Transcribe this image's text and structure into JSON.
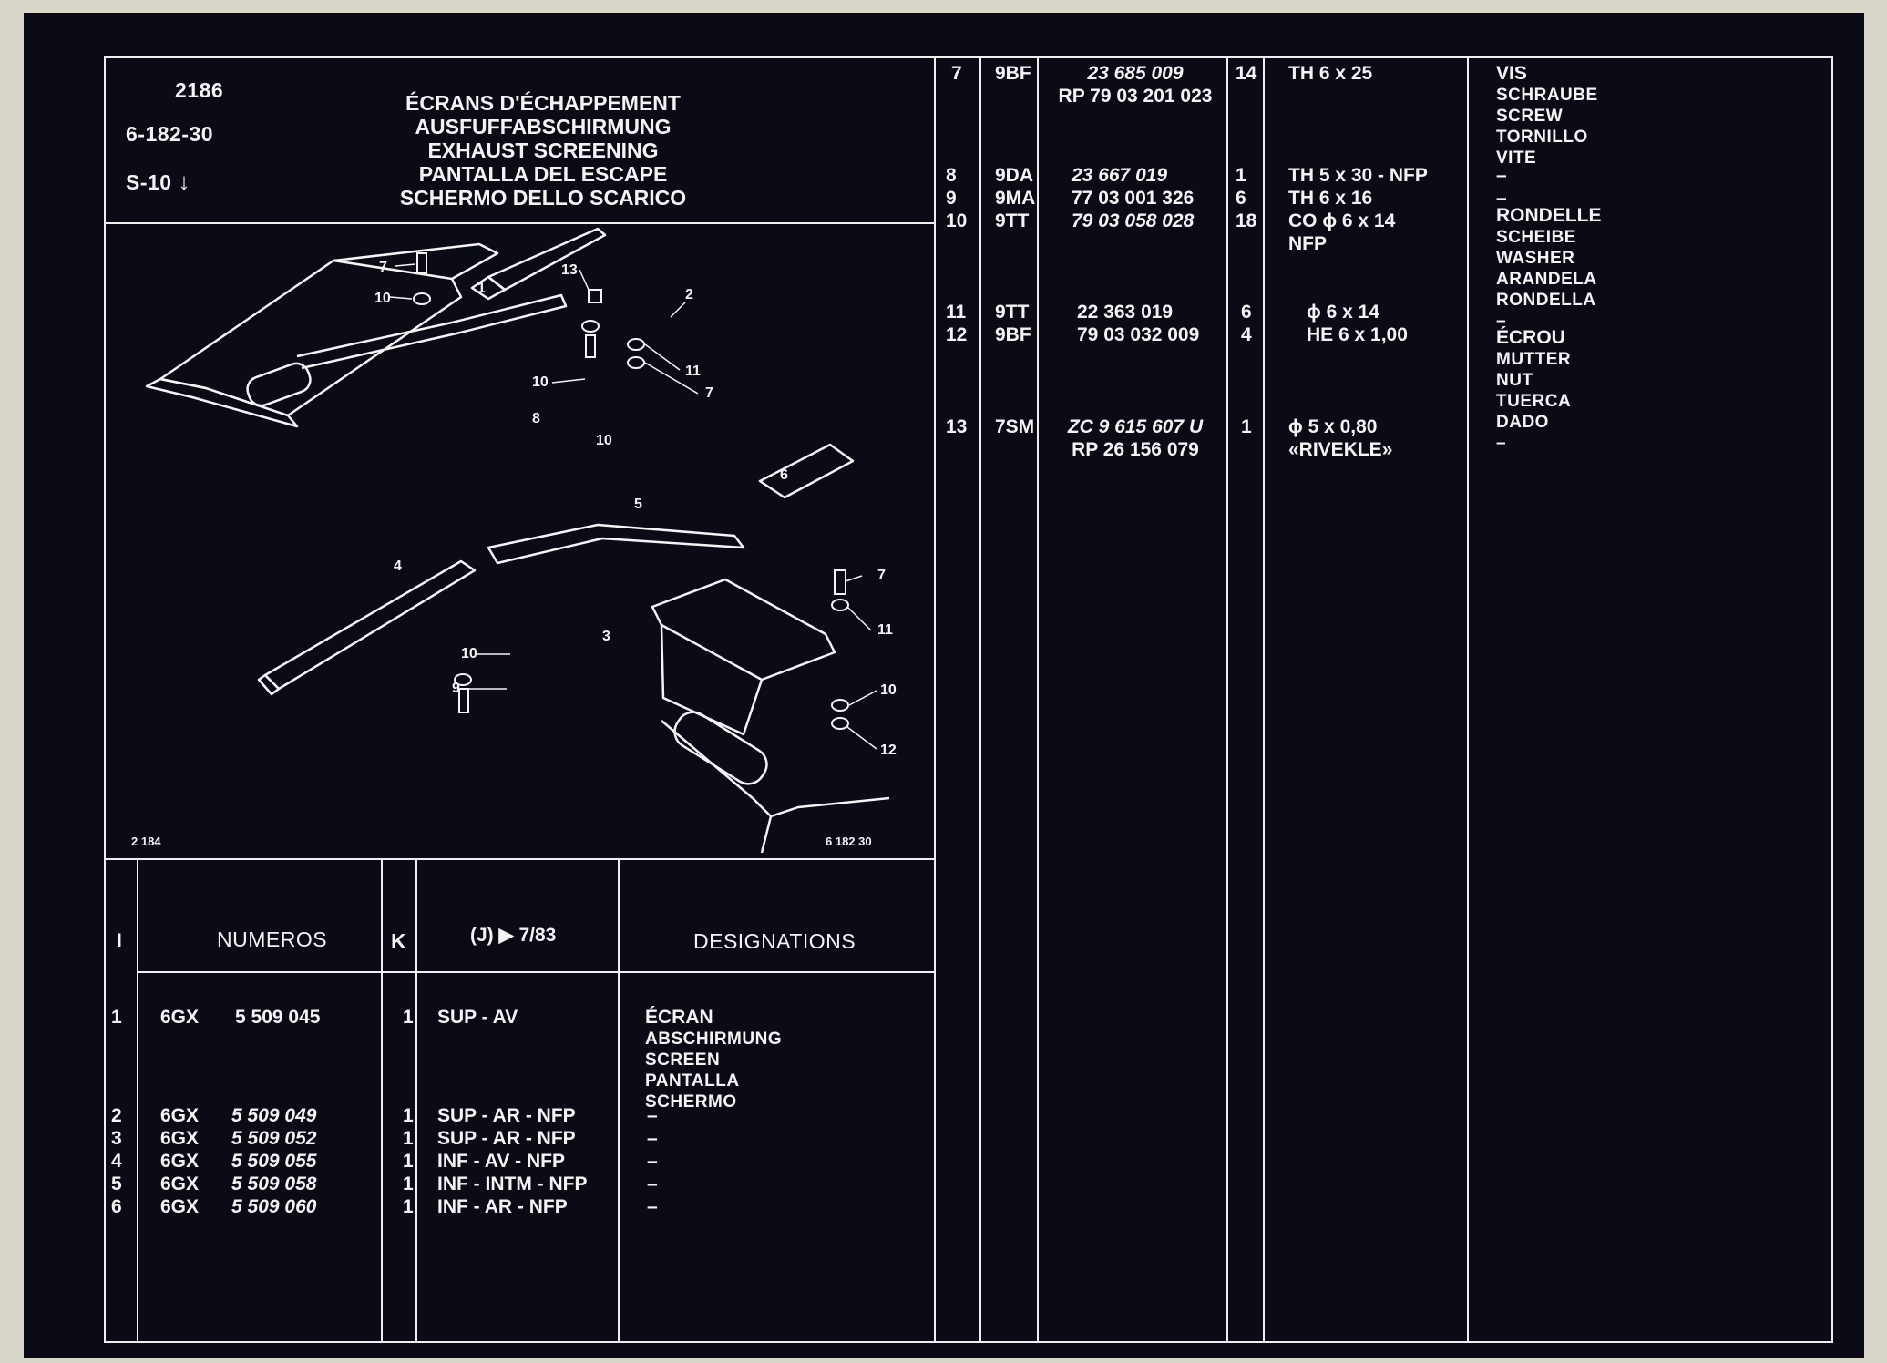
{
  "header": {
    "page_no": "2186",
    "ref": "6-182-30",
    "range": "S-10",
    "titles": [
      "ÉCRANS D'ÉCHAPPEMENT",
      "AUSFUFFABSCHIRMUNG",
      "EXHAUST SCREENING",
      "PANTALLA DEL ESCAPE",
      "SCHERMO DELLO SCARICO"
    ]
  },
  "diagram": {
    "fig_left": "2 184",
    "fig_right": "6 182 30",
    "callouts": [
      "1",
      "2",
      "3",
      "4",
      "5",
      "6",
      "7",
      "8",
      "9",
      "10",
      "11",
      "12",
      "13",
      "7",
      "10",
      "10",
      "11",
      "7",
      "10",
      "10",
      "12",
      "9"
    ]
  },
  "table_header": {
    "col_i": "I",
    "col_numeros": "NUMEROS",
    "col_k": "K",
    "col_j": "(J) ▶ 7/83",
    "col_designations": "DESIGNATIONS"
  },
  "left_rows": [
    {
      "i": "1",
      "code": "6GX",
      "num": "5 509 045",
      "k": "1",
      "j": "SUP - AV",
      "desig": [
        "ÉCRAN",
        "ABSCHIRMUNG",
        "SCREEN",
        "PANTALLA",
        "SCHERMO"
      ]
    },
    {
      "i": "2",
      "code": "6GX",
      "num": "5 509 049",
      "k": "1",
      "j": "SUP - AR - NFP",
      "desig": [
        "–"
      ]
    },
    {
      "i": "3",
      "code": "6GX",
      "num": "5 509 052",
      "k": "1",
      "j": "SUP - AR - NFP",
      "desig": [
        "–"
      ]
    },
    {
      "i": "4",
      "code": "6GX",
      "num": "5 509 055",
      "k": "1",
      "j": "INF - AV - NFP",
      "desig": [
        "–"
      ]
    },
    {
      "i": "5",
      "code": "6GX",
      "num": "5 509 058",
      "k": "1",
      "j": "INF - INTM - NFP",
      "desig": [
        "–"
      ]
    },
    {
      "i": "6",
      "code": "6GX",
      "num": "5 509 060",
      "k": "1",
      "j": "INF - AR - NFP",
      "desig": [
        "–"
      ]
    }
  ],
  "right_rows": [
    {
      "i": "7",
      "code": "9BF",
      "num": [
        "23 685 009",
        "RP 79 03 201 023"
      ],
      "k": "14",
      "j": [
        "TH 6 x 25"
      ]
    },
    {
      "i": "8",
      "code": "9DA",
      "num": [
        "23 667 019"
      ],
      "k": "1",
      "j": [
        "TH 5 x 30 - NFP"
      ]
    },
    {
      "i": "9",
      "code": "9MA",
      "num": [
        "77 03 001 326"
      ],
      "k": "6",
      "j": [
        "TH 6 x 16"
      ]
    },
    {
      "i": "10",
      "code": "9TT",
      "num": [
        "79 03 058 028"
      ],
      "k": "18",
      "j": [
        "CO ɸ 6 x 14",
        "NFP"
      ]
    },
    {
      "i": "11",
      "code": "9TT",
      "num": [
        "22 363 019"
      ],
      "k": "6",
      "j": [
        "ɸ 6 x 14"
      ]
    },
    {
      "i": "12",
      "code": "9BF",
      "num": [
        "79 03 032 009"
      ],
      "k": "4",
      "j": [
        "HE 6 x 1,00"
      ]
    },
    {
      "i": "13",
      "code": "7SM",
      "num": [
        "ZC 9 615 607 U",
        "RP 26 156 079"
      ],
      "k": "1",
      "j": [
        "ɸ 5 x 0,80",
        "«RIVEKLE»"
      ]
    }
  ],
  "right_designations": [
    {
      "lines": [
        "VIS",
        "SCHRAUBE",
        "SCREW",
        "TORNILLO",
        "VITE"
      ]
    },
    {
      "lines": [
        "–",
        "–"
      ]
    },
    {
      "lines": [
        "RONDELLE",
        "SCHEIBE",
        "WASHER",
        "ARANDELA",
        "RONDELLA",
        "–"
      ]
    },
    {
      "lines": [
        "ÉCROU",
        "MUTTER",
        "NUT",
        "TUERCA",
        "DADO",
        "–"
      ]
    }
  ],
  "colors": {
    "background": "#0b0b16",
    "ink": "#f4f4f4",
    "film_edge": "#d9d6ca"
  }
}
